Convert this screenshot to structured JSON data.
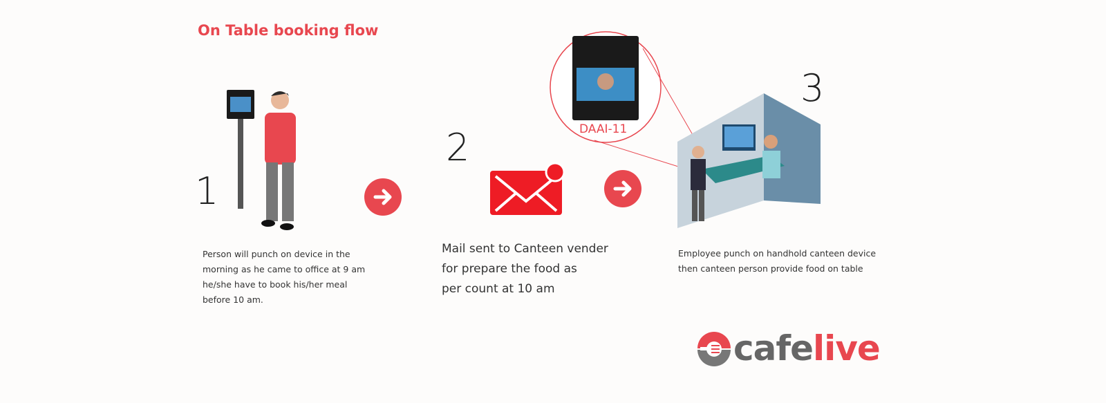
{
  "title": "On Table booking flow",
  "steps": [
    {
      "number": "1",
      "lines": [
        "Person will punch on device in the",
        "morning as he came to office at 9 am",
        "he/she have to book his/her meal",
        "before 10 am."
      ]
    },
    {
      "number": "2",
      "lines": [
        "Mail sent to Canteen vender",
        "for prepare the food as",
        "per count at 10 am"
      ]
    },
    {
      "number": "3",
      "lines": [
        "Employee punch on handhold canteen device",
        "then canteen person provide food on table"
      ]
    }
  ],
  "device_label": "DAAI-11",
  "logo": {
    "part1": "cafe",
    "part2": "live"
  },
  "colors": {
    "accent": "#e8474f",
    "mail": "#ee1c25",
    "logo_gray": "#666666"
  }
}
